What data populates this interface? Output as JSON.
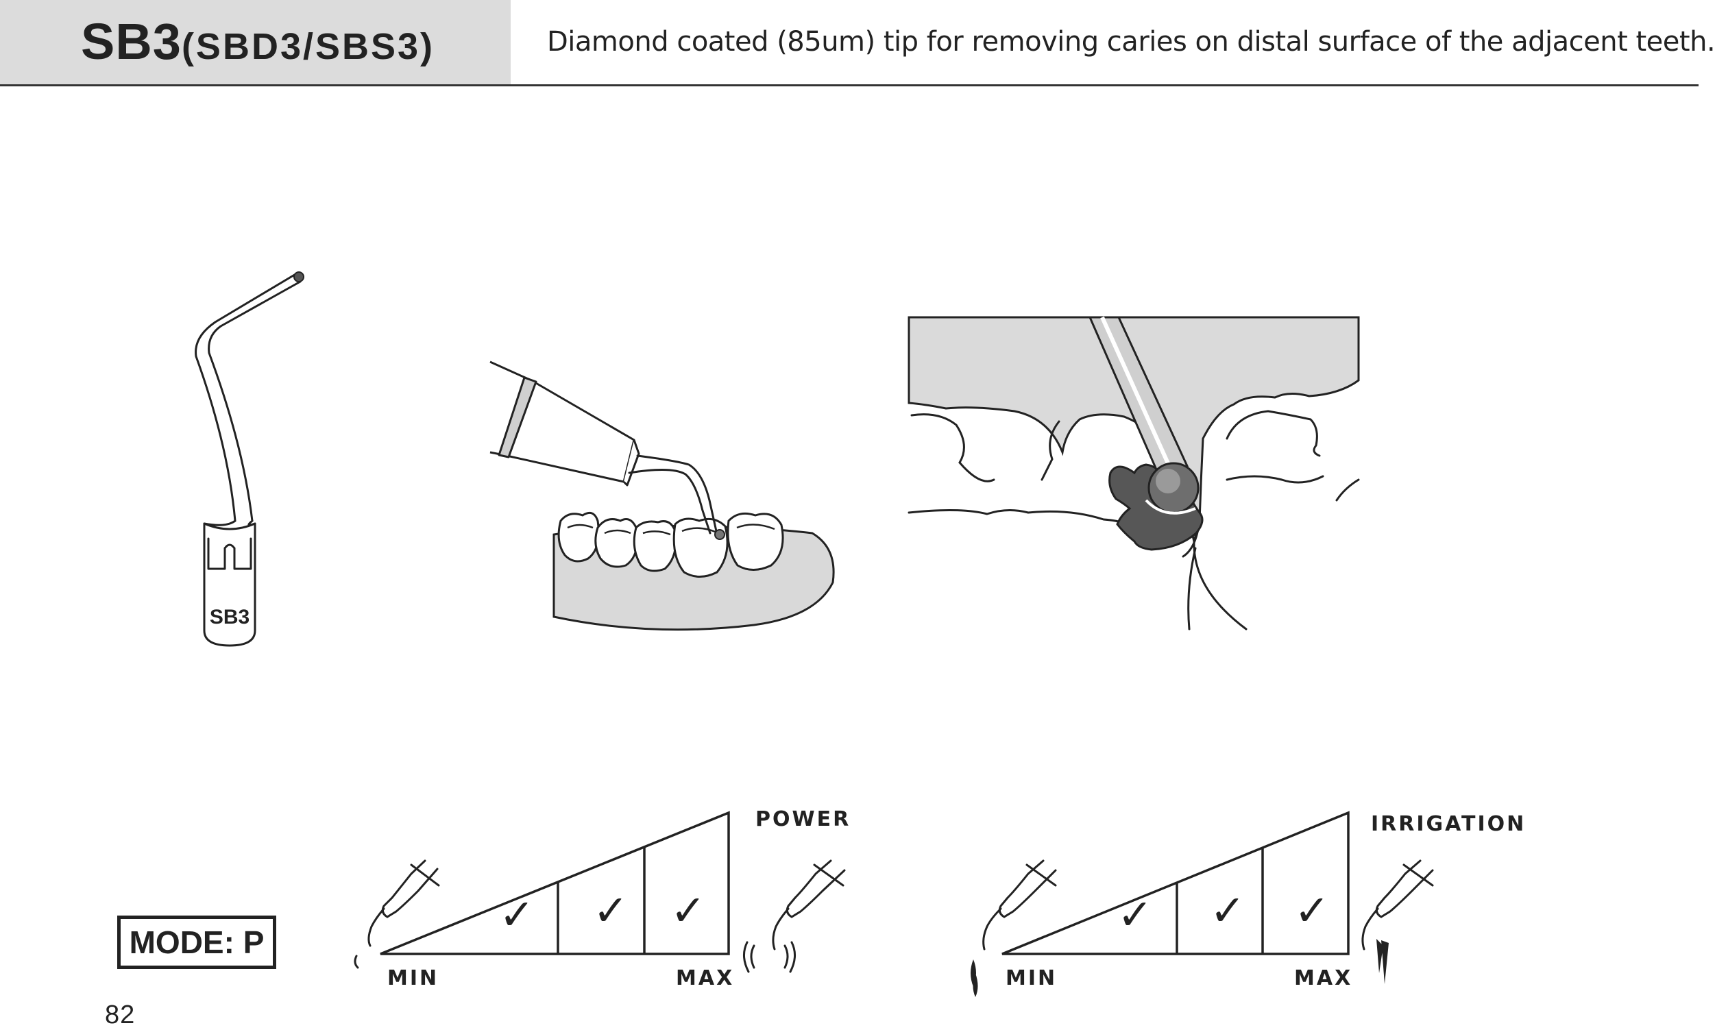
{
  "header": {
    "model": "SB3",
    "variants": "(SBD3/SBS3)",
    "description": "Diamond coated (85um) tip for removing caries on distal surface of the adjacent teeth."
  },
  "tip_label": "SB3",
  "mode": {
    "label": "MODE: P"
  },
  "power_scale": {
    "title": "POWER",
    "min_label": "MIN",
    "max_label": "MAX",
    "check_glyph": "✓",
    "levels_checked": [
      2,
      3,
      4
    ]
  },
  "irrigation_scale": {
    "title": "IRRIGATION",
    "min_label": "MIN",
    "max_label": "MAX",
    "check_glyph": "✓",
    "levels_checked": [
      2,
      3,
      4
    ]
  },
  "page_number": "82",
  "colors": {
    "header_bg": "#dcdcdc",
    "gum_fill": "#d9d9d9",
    "caries_fill": "#555555"
  }
}
